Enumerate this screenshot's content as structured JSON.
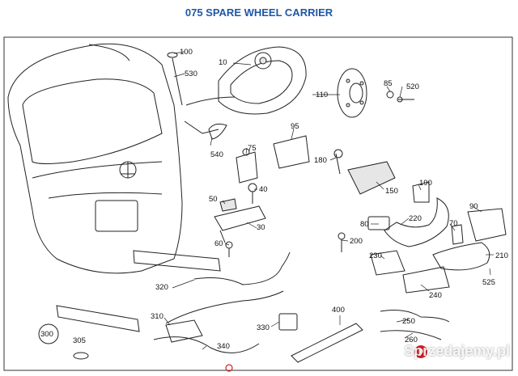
{
  "title": "075 SPARE WHEEL CARRIER",
  "colors": {
    "title": "#1f57a6",
    "line": "#222222",
    "hotspot": "#cc2222",
    "watermark_badge": "#d61f26"
  },
  "callouts": [
    "100",
    "530",
    "10",
    "540",
    "110",
    "85",
    "520",
    "95",
    "75",
    "180",
    "150",
    "190",
    "90",
    "40",
    "50",
    "30",
    "220",
    "80",
    "70",
    "60",
    "200",
    "210",
    "230",
    "525",
    "320",
    "240",
    "310",
    "400",
    "300",
    "330",
    "250",
    "305",
    "340",
    "260"
  ],
  "watermark": {
    "text": "Sprzedajemy.pl",
    "badge": "p"
  }
}
